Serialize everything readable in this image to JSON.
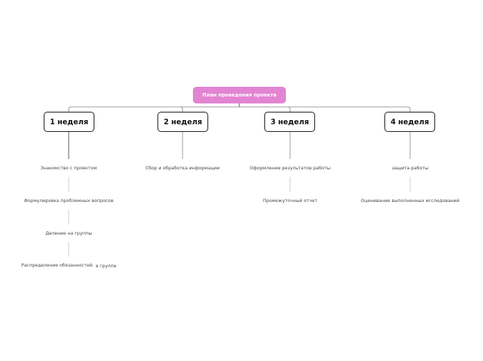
{
  "root": {
    "title": "План проведения проекта"
  },
  "weeks": [
    {
      "label": "1 неделя",
      "tasks": [
        "Знакомство с проектом",
        "Формулировка проблемных вопросов",
        "Деление на группы",
        "Распределение обязанностей"
      ],
      "task_suffix": "в группе"
    },
    {
      "label": "2 неделя",
      "tasks": [
        "Сбор и обработка информации"
      ]
    },
    {
      "label": "3 неделя",
      "tasks": [
        "Оформление результатов работы",
        "Промежуточный отчет"
      ]
    },
    {
      "label": "4 неделя",
      "tasks": [
        "защита работы",
        "Оценивание выполненных исследований"
      ]
    }
  ],
  "colors": {
    "root_fill": "#e384d2",
    "root_text": "#ffffff",
    "week_border": "#111111",
    "connector": "#555555",
    "task_connector": "#cccccc",
    "task_text": "#444444"
  }
}
